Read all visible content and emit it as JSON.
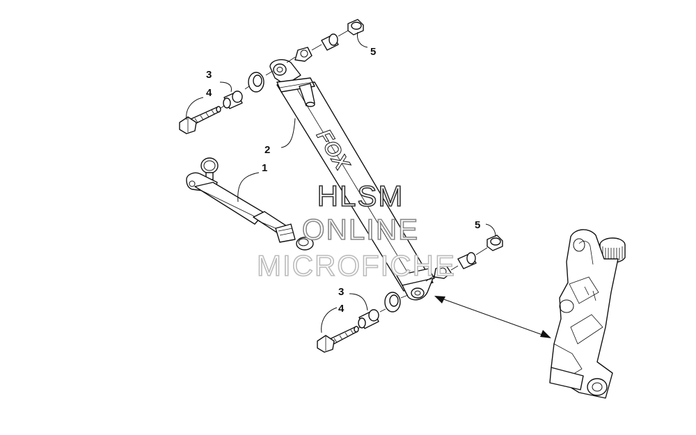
{
  "callouts": {
    "c1": "1",
    "c2": "2",
    "c3_top": "3",
    "c4_top": "4",
    "c5_top": "5",
    "c5_mid": "5",
    "c3_bottom": "3",
    "c4_bottom": "4"
  },
  "decal": "FOX",
  "watermark": {
    "line1": "HLSM",
    "line2": "ONLINE",
    "line3": "MICROFICHE"
  }
}
